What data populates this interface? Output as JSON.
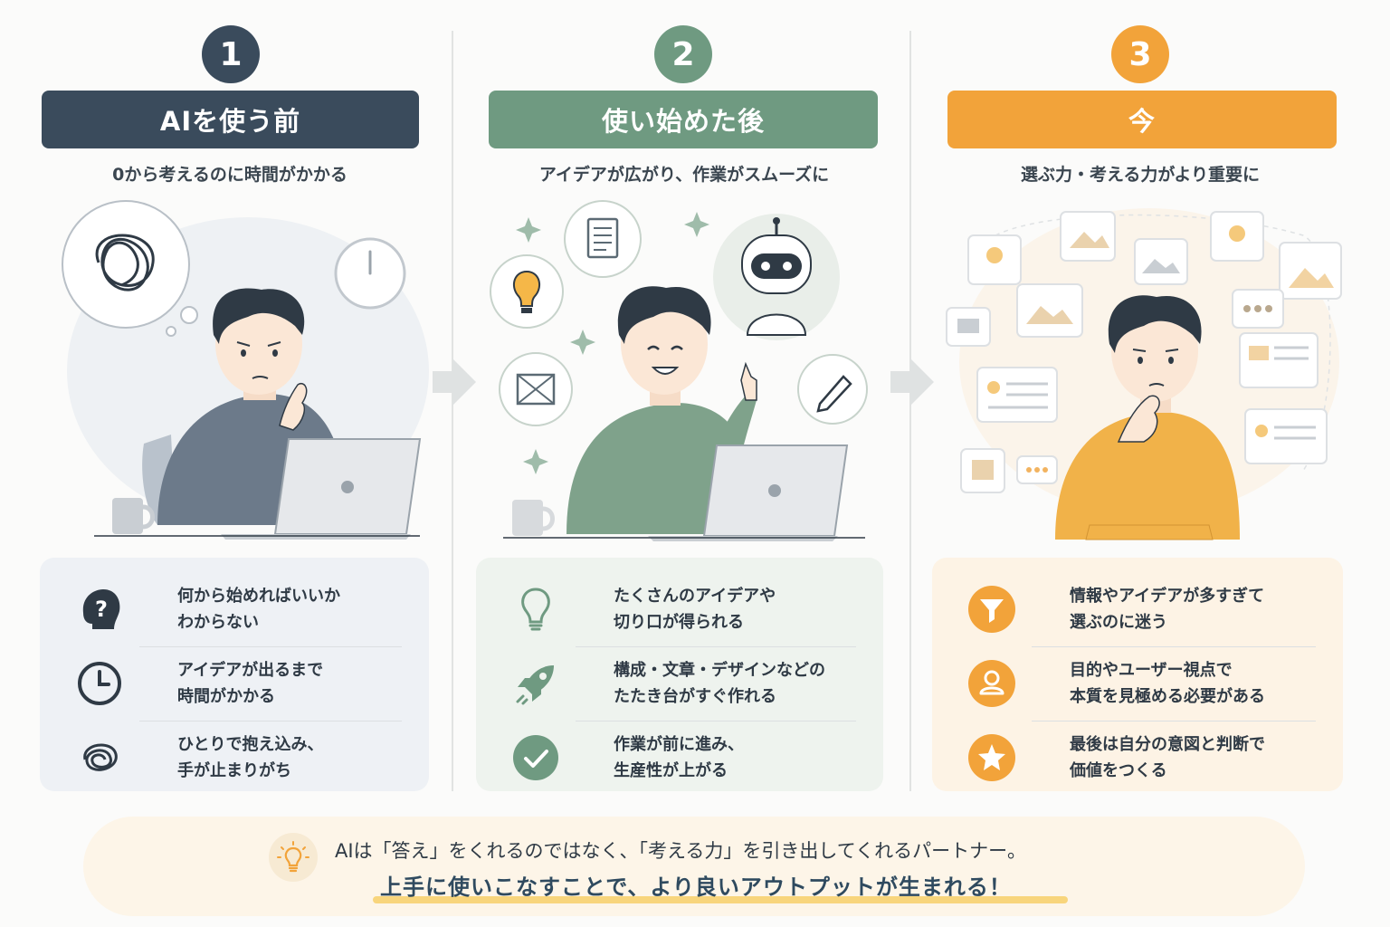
{
  "steps": [
    {
      "number": "1",
      "title": "AIを使う前",
      "subtitle": "0から考えるのに時間がかかる",
      "color": "#3a4b5c",
      "items": [
        {
          "icon": "question-head-icon",
          "line1": "何から始めればいいか",
          "line2": "わからない"
        },
        {
          "icon": "clock-icon",
          "line1": "アイデアが出るまで",
          "line2": "時間がかかる"
        },
        {
          "icon": "tangle-icon",
          "line1": "ひとりで抱え込み、",
          "line2": "手が止まりがち"
        }
      ]
    },
    {
      "number": "2",
      "title": "使い始めた後",
      "subtitle": "アイデアが広がり、作業がスムーズに",
      "color": "#6f9a81",
      "items": [
        {
          "icon": "lightbulb-icon",
          "line1": "たくさんのアイデアや",
          "line2": "切り口が得られる"
        },
        {
          "icon": "rocket-icon",
          "line1": "構成・文章・デザインなどの",
          "line2": "たたき台がすぐ作れる"
        },
        {
          "icon": "check-icon",
          "line1": "作業が前に進み、",
          "line2": "生産性が上がる"
        }
      ]
    },
    {
      "number": "3",
      "title": "今",
      "subtitle": "選ぶ力・考える力がより重要に",
      "color": "#f2a33a",
      "items": [
        {
          "icon": "filter-icon",
          "line1": "情報やアイデアが多すぎて",
          "line2": "選ぶのに迷う"
        },
        {
          "icon": "user-icon",
          "line1": "目的やユーザー視点で",
          "line2": "本質を見極める必要がある"
        },
        {
          "icon": "star-icon",
          "line1": "最後は自分の意図と判断で",
          "line2": "価値をつくる"
        }
      ]
    }
  ],
  "summary": {
    "line1": "AIは「答え」をくれるのではなく、「考える力」を引き出してくれるパートナー。",
    "line2": "上手に使いこなすことで、より良いアウトプットが生まれる！"
  }
}
